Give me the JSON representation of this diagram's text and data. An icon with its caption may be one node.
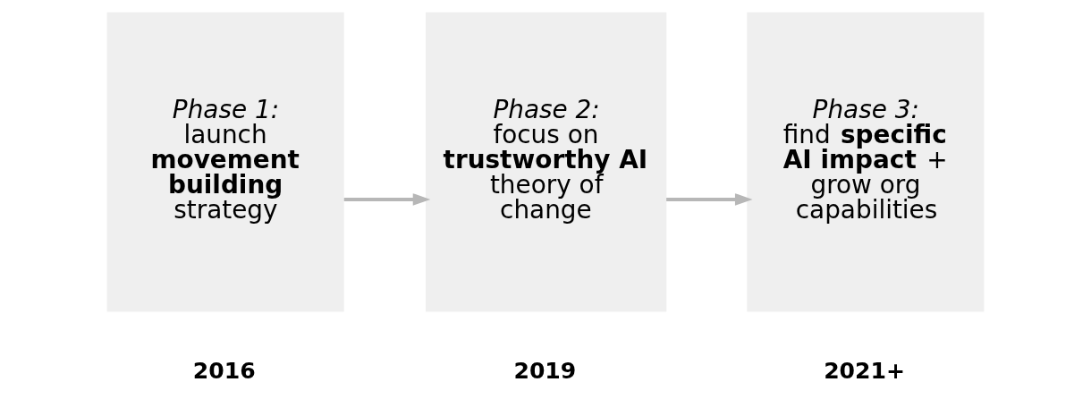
{
  "diagram": {
    "nodes": [
      {
        "text": [
          "Phase 1:",
          "launch **movement building** strategy"
        ],
        "beside": [
          "2016"
        ]
      },
      {
        "text": [
          "Phase 2:",
          "focus on **trustworthy AI** theory of change"
        ],
        "beside": [
          "2019"
        ]
      },
      {
        "text": [
          "Phase 3:",
          "find **specific AI impact** + grow org capabilities"
        ],
        "beside": [
          "2021+"
        ]
      }
    ],
    "edges": [
      {
        "from": 0,
        "to": 1,
        "arrow": "to"
      },
      {
        "from": 1,
        "to": 2,
        "arrow": "to"
      }
    ]
  }
}
